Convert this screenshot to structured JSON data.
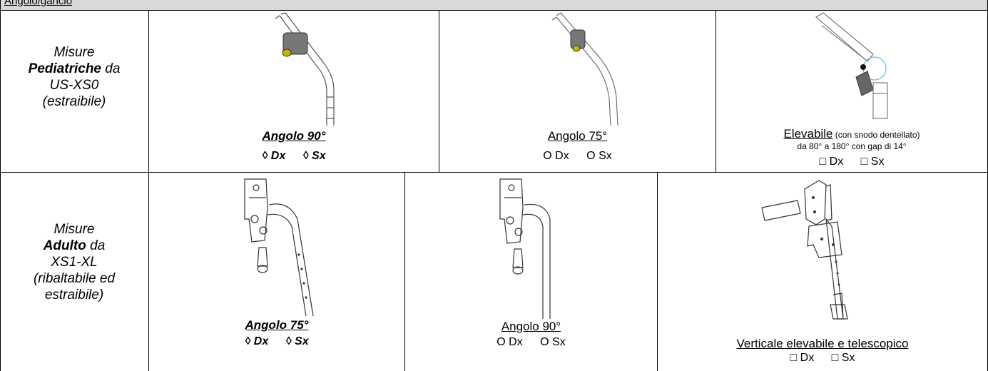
{
  "header": {
    "title_fragment": "Angolo/gancio"
  },
  "rows": [
    {
      "label_line1": "Misure",
      "label_bold": "Pediatriche",
      "label_line2_rest": " da",
      "label_line3": "US-XS0",
      "label_line4": "(estraibile)",
      "options": [
        {
          "caption": "Angolo  90°",
          "choices": [
            "◊ Dx",
            "◊ Sx"
          ],
          "icon": "armrest-90-pediatric-icon"
        },
        {
          "caption": "Angolo  75°",
          "choices": [
            "O  Dx",
            "O  Sx"
          ],
          "icon": "armrest-75-pediatric-icon"
        },
        {
          "caption": "Elevabile",
          "caption_extra": " (con snodo dentellato)",
          "note": "da 80° a 180° con gap di 14°",
          "choices": [
            "□ Dx",
            "□ Sx"
          ],
          "icon": "elevating-joint-icon"
        }
      ]
    },
    {
      "label_line1": "Misure",
      "label_bold": "Adulto",
      "label_line2_rest": " da",
      "label_line3": "XS1-XL",
      "label_line4": "(ribaltabile ed",
      "label_line5": "estraibile)",
      "options": [
        {
          "caption": "Angolo 75°",
          "choices": [
            "◊ Dx",
            "◊ Sx"
          ],
          "icon": "armrest-75-adult-icon"
        },
        {
          "caption": "Angolo  90°",
          "choices": [
            "O  Dx",
            "O  Sx"
          ],
          "icon": "armrest-90-adult-icon"
        },
        {
          "caption": "Verticale elevabile e telescopico",
          "choices": [
            "□  Dx",
            "□  Sx"
          ],
          "icon": "vertical-telescopic-icon"
        }
      ]
    }
  ]
}
